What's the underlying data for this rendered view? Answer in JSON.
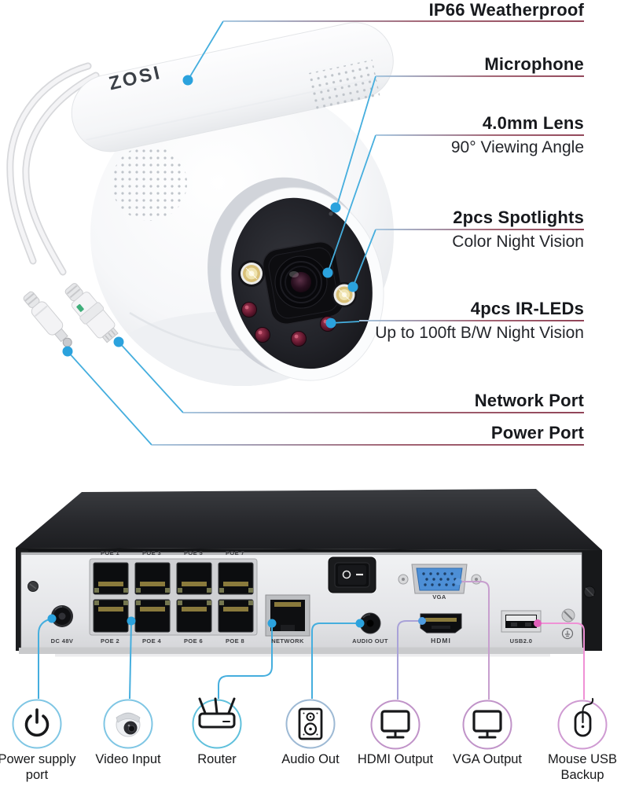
{
  "brand": {
    "logo_text": "ZOSI"
  },
  "camera_labels": [
    {
      "title": "IP66 Weatherproof",
      "subtitle": ""
    },
    {
      "title": "Microphone",
      "subtitle": ""
    },
    {
      "title": "4.0mm Lens",
      "subtitle": "90° Viewing Angle"
    },
    {
      "title": "2pcs Spotlights",
      "subtitle": "Color Night Vision"
    },
    {
      "title": "4pcs IR-LEDs",
      "subtitle": "Up to 100ft B/W Night Vision"
    },
    {
      "title": "Network Port",
      "subtitle": ""
    },
    {
      "title": "Power Port",
      "subtitle": ""
    }
  ],
  "nvr_labels": {
    "dc_power": "DC 48V",
    "poe_top": [
      "POE 1",
      "POE 3",
      "POE 5",
      "POE 7"
    ],
    "poe_bottom": [
      "POE 2",
      "POE 4",
      "POE 6",
      "POE 8"
    ],
    "network": "NETWORK",
    "audio_out": "AUDIO OUT",
    "hdmi": "HDMI",
    "usb": "USB2.0",
    "vga": "VGA"
  },
  "legend": [
    {
      "label": "Power supply port",
      "icon": "power-icon"
    },
    {
      "label": "Video Input",
      "icon": "dome-camera-icon"
    },
    {
      "label": "Router",
      "icon": "router-icon"
    },
    {
      "label": "Audio Out",
      "icon": "speaker-icon"
    },
    {
      "label": "HDMI Output",
      "icon": "monitor-icon"
    },
    {
      "label": "VGA Output",
      "icon": "monitor-icon"
    },
    {
      "label": "Mouse USB Backup",
      "icon": "mouse-icon"
    }
  ],
  "colors": {
    "callout_cyan": "#45aede",
    "callout_dot_cyan": "#2ba2dd",
    "hdmi_line": "#a9a2d8",
    "vga_line": "#c79fce",
    "usb_line": "#ef91d5",
    "underline_blue": "#a3c6e0",
    "underline_maroon": "#8c3c50",
    "legend_circle_cyan": "#7fc6e4",
    "legend_circle_purple": "#c093c8"
  }
}
